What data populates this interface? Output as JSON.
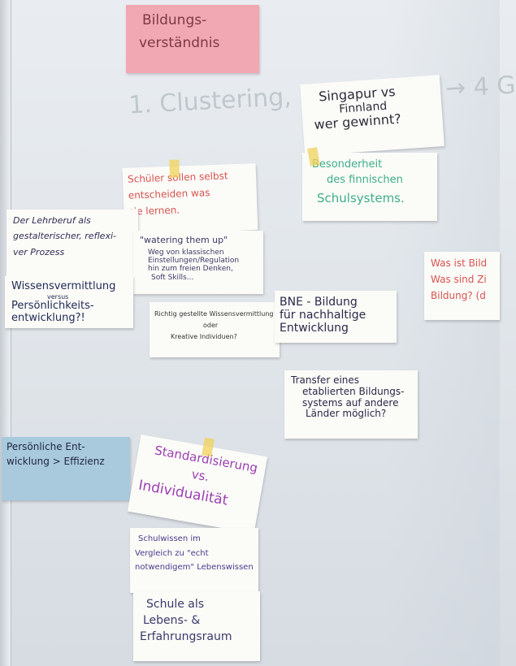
{
  "title_card": {
    "lines": [
      "Bildungs-",
      "verständnis"
    ]
  },
  "board_heading": {
    "text": "1. Clustering, 5er Gruppe → 4 G"
  },
  "cards": {
    "singapur": {
      "lines": [
        "Singapur vs",
        "Finnland",
        "wer gewinnt?"
      ]
    },
    "besonderheit": {
      "lines": [
        "Besonderheit",
        "des finnischen",
        "Schulsystems."
      ]
    },
    "schueler": {
      "lines": [
        "Schüler sollen selbst",
        "entscheiden was",
        "sie lernen."
      ]
    },
    "lehrberuf": {
      "lines": [
        "Der Lehrberuf als",
        "gestalterischer, reflexi-",
        "ver Prozess"
      ]
    },
    "wissen": {
      "lines": [
        "Wissensvermittlung",
        "versus",
        "Persönlichkeits-",
        "entwicklung?!"
      ]
    },
    "watering": {
      "lines": [
        "\"watering them up\"",
        "Weg von klassischen",
        "Einstellungen/Regulation",
        "hin zum freien Denken,",
        "Soft Skills..."
      ]
    },
    "richtig": {
      "lines": [
        "Richtig gestellte Wissensvermittlung",
        "oder",
        "Kreative Individuen?"
      ]
    },
    "bne": {
      "lines": [
        "BNE - Bildung",
        "für nachhaltige",
        "Entwicklung"
      ]
    },
    "transfer": {
      "lines": [
        "Transfer eines",
        "etablierten Bildungs-",
        "systems auf andere",
        "Länder möglich?"
      ]
    },
    "was_ist": {
      "lines": [
        "Was ist Bild",
        "Was sind Zi",
        "Bildung? (d"
      ]
    },
    "persoenlich": {
      "lines": [
        "Persönliche Ent-",
        "wicklung > Effizienz"
      ]
    },
    "standard": {
      "lines": [
        "Standardisierung",
        "vs.",
        "Individualität"
      ]
    },
    "schulwissen": {
      "lines": [
        "Schulwissen im",
        "Vergleich zu \"echt",
        "notwendigem\" Lebenswissen"
      ]
    },
    "schule": {
      "lines": [
        "Schule als",
        "Lebens- &",
        "Erfahrungsraum"
      ]
    }
  },
  "colors": {
    "title_card_bg": "#f2a8b2",
    "blue_card_bg": "#a9c9dc",
    "green_ink": "#3fae8a",
    "red_ink": "#d9534f",
    "purple_ink": "#9b3fb3",
    "pen_gray": "#b9c2c6"
  }
}
